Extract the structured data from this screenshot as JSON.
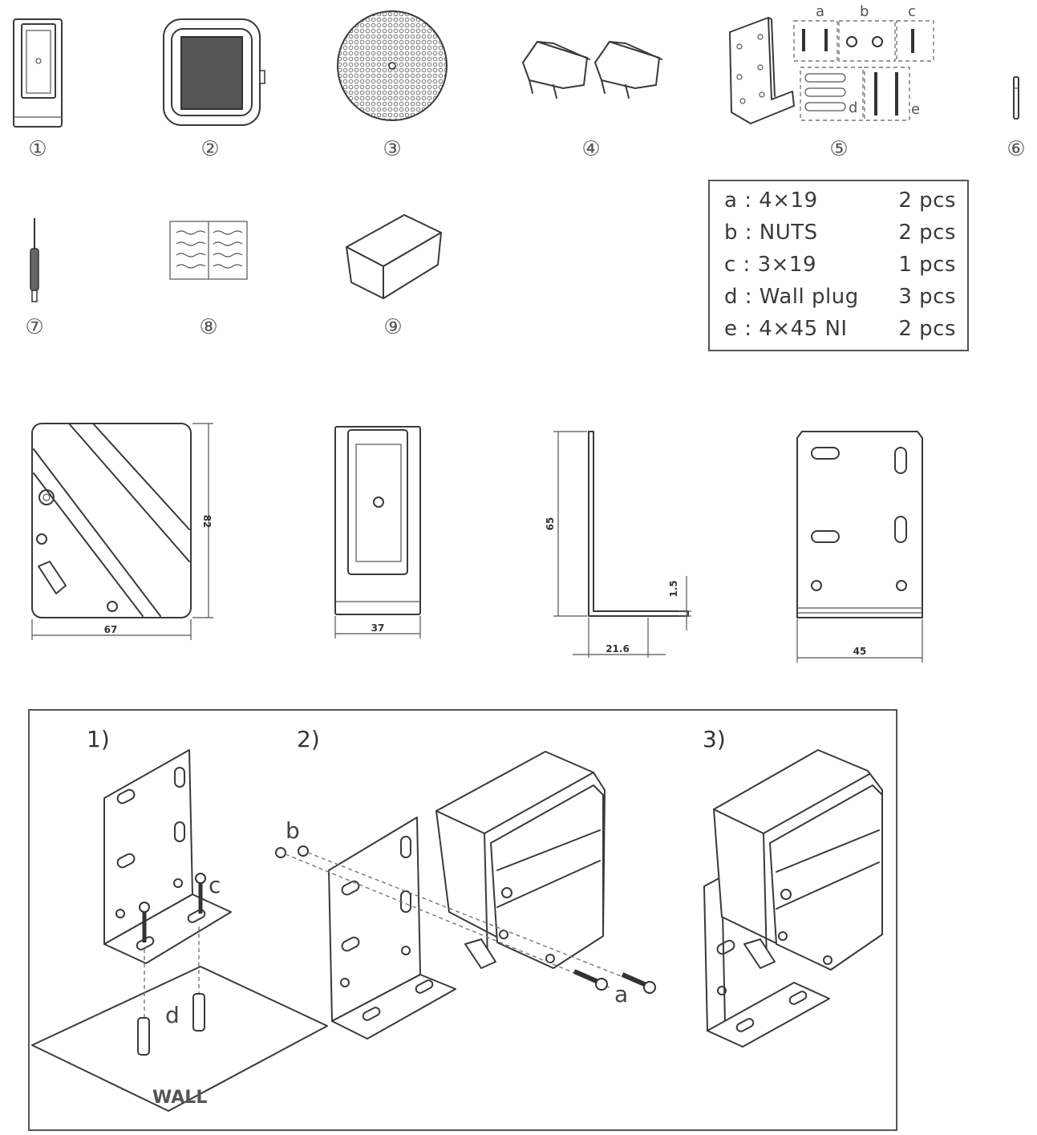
{
  "parts": [
    {
      "number": "①",
      "icon": "camera-unit"
    },
    {
      "number": "②",
      "icon": "reflector-housing"
    },
    {
      "number": "③",
      "icon": "round-reflector"
    },
    {
      "number": "④",
      "icon": "clips"
    },
    {
      "number": "⑤",
      "icon": "bracket-with-screws"
    },
    {
      "number": "⑥",
      "icon": "pin"
    },
    {
      "number": "⑦",
      "icon": "screwdriver"
    },
    {
      "number": "⑧",
      "icon": "manual"
    },
    {
      "number": "⑨",
      "icon": "box"
    }
  ],
  "screw_labels": {
    "a": "a",
    "b": "b",
    "c": "c",
    "d": "d",
    "e": "e"
  },
  "spec_table": [
    {
      "item": "a : 4×19",
      "qty": "2 pcs"
    },
    {
      "item": "b : NUTS",
      "qty": "2 pcs"
    },
    {
      "item": "c : 3×19",
      "qty": "1 pcs"
    },
    {
      "item": "d : Wall plug",
      "qty": "3 pcs"
    },
    {
      "item": "e : 4×45 NI",
      "qty": "2 pcs"
    }
  ],
  "dimensions": {
    "housing_width": "67",
    "housing_height": "82",
    "front_width": "37",
    "bracket_height": "65",
    "bracket_depth": "21.6",
    "bracket_thickness": "1.5",
    "bracket_width": "45"
  },
  "steps": {
    "step1": "1)",
    "step2": "2)",
    "step3": "3)",
    "wall_label": "WALL",
    "label_b": "b",
    "label_c": "c",
    "label_d": "d",
    "label_a": "a"
  }
}
